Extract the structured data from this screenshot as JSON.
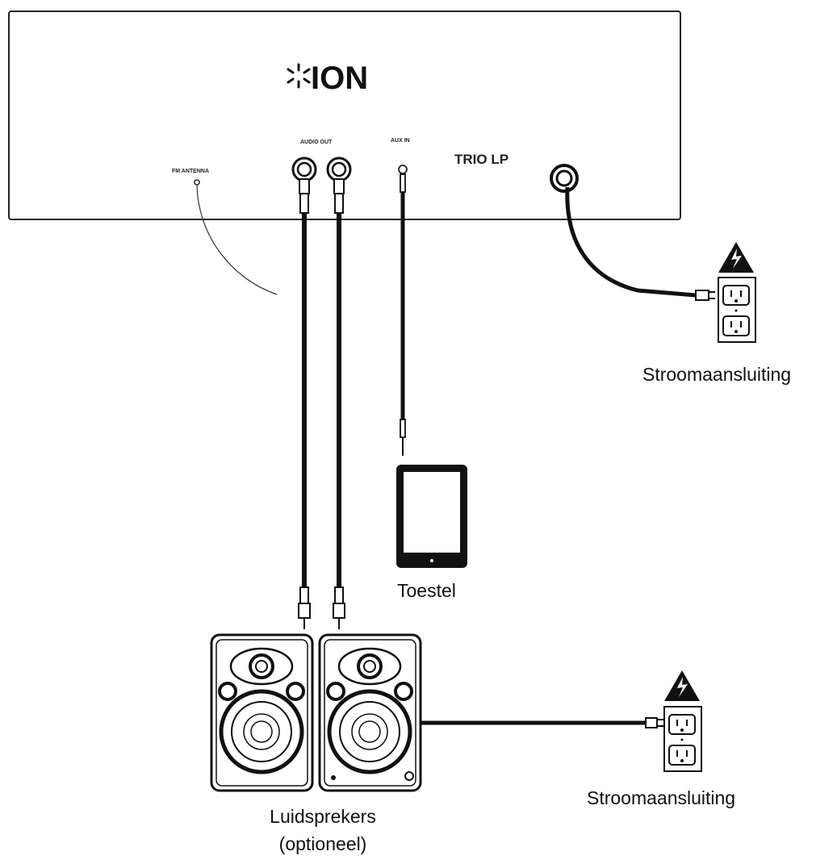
{
  "device": {
    "brand": "ION",
    "model": "TRIO LP",
    "ports": {
      "fm_antenna": "FM ANTENNA",
      "audio_out": "AUDIO OUT",
      "aux_in": "AUX IN"
    }
  },
  "labels": {
    "power_outlet_top": "Stroomaansluiting",
    "device": "Toestel",
    "power_outlet_bottom": "Stroomaansluiting",
    "speakers_line1": "Luidsprekers",
    "speakers_line2": "(optioneel)"
  },
  "colors": {
    "line": "#111111",
    "background": "#ffffff"
  }
}
